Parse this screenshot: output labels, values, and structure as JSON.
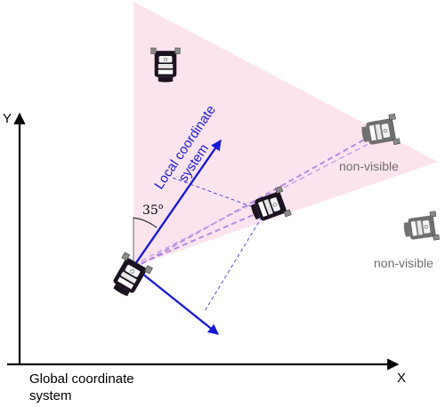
{
  "axes": {
    "y_label": "Y",
    "x_label": "X",
    "global_caption_line1": "Global coordinate",
    "global_caption_line2": "system"
  },
  "local_frame": {
    "caption_line1": "Local coordinate",
    "caption_line2": "system",
    "angle_label": "35",
    "angle_unit": "o"
  },
  "robots": {
    "non_visible_label_1": "non-visible",
    "non_visible_label_2": "non-visible"
  },
  "colors": {
    "field_of_view": "#fce4ef",
    "local_axes": "#1a1ad6",
    "sight_lines": "#b38be0",
    "robot_dark": "#1b1320",
    "robot_gray": "#6f6f6f"
  }
}
